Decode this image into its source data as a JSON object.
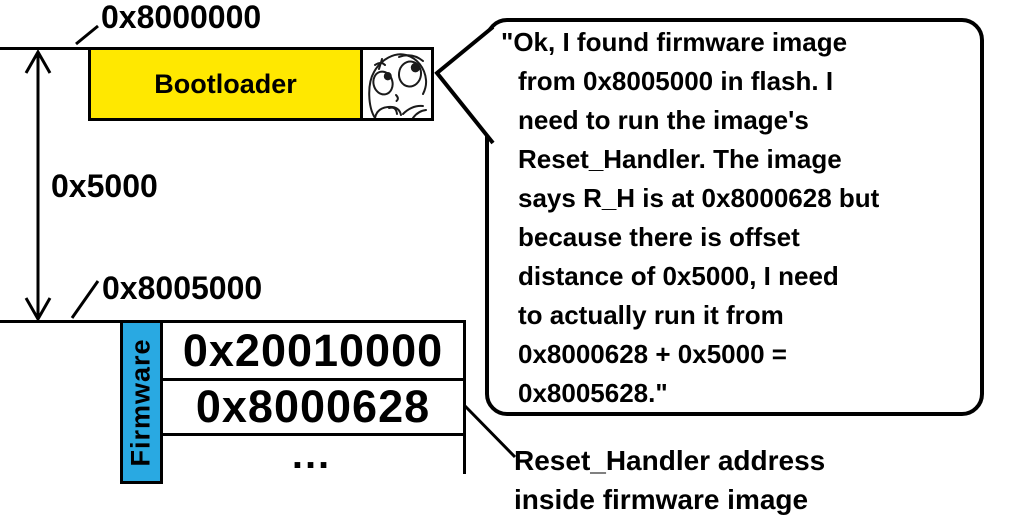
{
  "flash_map": {
    "flash_base_address": "0x8000000",
    "bootloader_label": "Bootloader",
    "offset_distance": "0x5000",
    "firmware_base_address": "0x8005000",
    "firmware_label": "Firmware",
    "firmware_words": [
      "0x20010000",
      "0x8000628",
      "..."
    ]
  },
  "speech_bubble": {
    "lines": [
      "\"Ok, I found firmware image",
      "from 0x8005000 in flash. I",
      "need to run the image's",
      "Reset_Handler. The image",
      "says R_H is at 0x8000628 but",
      "because there is offset",
      "distance of 0x5000, I need",
      "to actually run it from",
      "0x8000628 + 0x5000 =",
      "0x8005628.\""
    ]
  },
  "annotation": {
    "lines": [
      "Reset_Handler address",
      "inside firmware image"
    ]
  },
  "icons": {
    "thinking_face": "thinking-face-meme"
  },
  "colors": {
    "bootloader_fill": "#ffe800",
    "firmware_fill": "#29a9e2",
    "ink": "#000000",
    "background": "#ffffff"
  }
}
